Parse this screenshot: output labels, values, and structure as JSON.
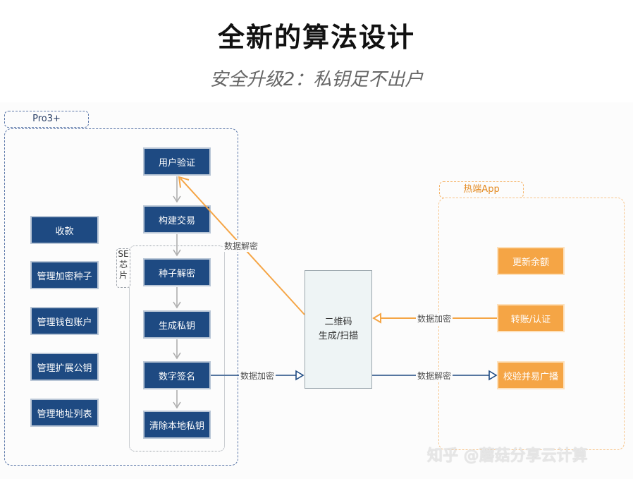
{
  "header": {
    "title": "全新的算法设计",
    "subtitle": "安全升级2：私钥足不出户"
  },
  "pro_group": {
    "tag": "Pro3+",
    "left_items": [
      "收款",
      "管理加密种子",
      "管理钱包账户",
      "管理扩展公钥",
      "管理地址列表"
    ],
    "flow": [
      "用户验证",
      "构建交易",
      "种子解密",
      "生成私钥",
      "数字签名",
      "清除本地私钥"
    ],
    "se_label_lines": [
      "SE",
      "芯",
      "片"
    ]
  },
  "center": {
    "qr_lines": [
      "二维码",
      "生成/扫描"
    ]
  },
  "hot_group": {
    "tag": "热端App",
    "items": [
      "更新余额",
      "转账/认证",
      "校验并易广播"
    ]
  },
  "edges": {
    "decrypt_to_user": "数据解密",
    "sign_encrypt": "数据加密",
    "transfer_encrypt": "数据加密",
    "broadcast_decrypt": "数据解密"
  },
  "colors": {
    "navy": "#1e4a82",
    "orange": "#f5a545",
    "blue_dash": "#5a76a8",
    "orange_dash": "#f7c48a"
  },
  "watermark": "知乎 @蘑菇分享云计算"
}
